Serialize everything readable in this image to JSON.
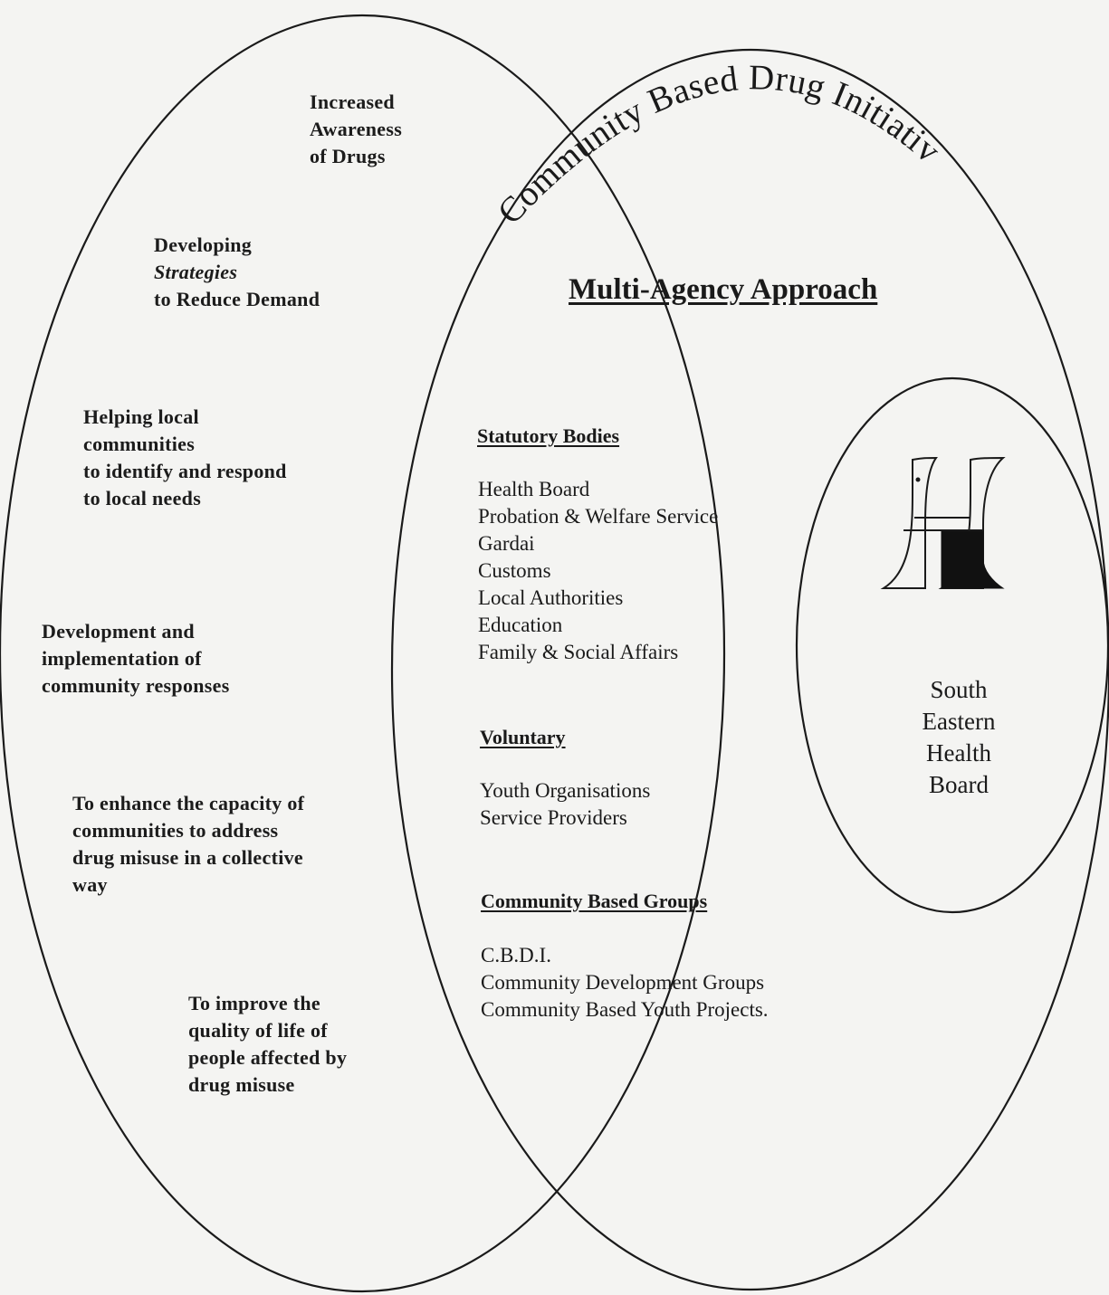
{
  "arc_title": "Community Based Drug Initiatives",
  "goals": [
    {
      "lines": [
        "Increased",
        "Awareness",
        "of Drugs"
      ]
    },
    {
      "lines": [
        "Developing",
        "Strategies",
        "to Reduce Demand"
      ]
    },
    {
      "lines": [
        "Helping local",
        "communities",
        "to identify and respond",
        "to local needs"
      ]
    },
    {
      "lines": [
        "Development and",
        "implementation of",
        "community responses"
      ]
    },
    {
      "lines": [
        "To enhance the capacity of",
        "communities to address",
        "drug misuse in a collective",
        "way"
      ]
    },
    {
      "lines": [
        "To improve the",
        "quality of life of",
        "people affected by",
        "drug misuse"
      ]
    }
  ],
  "approach_title": "Multi-Agency Approach",
  "groups": [
    {
      "heading": "Statutory Bodies",
      "members": [
        "Health Board",
        "Probation & Welfare Service",
        "Gardai",
        "Customs",
        "Local Authorities",
        "Education",
        "Family & Social Affairs"
      ]
    },
    {
      "heading": "Voluntary",
      "members": [
        "Youth Organisations",
        "Service Providers"
      ]
    },
    {
      "heading": "Community Based Groups",
      "members": [
        "C.B.D.I.",
        "Community Development Groups",
        "Community Based Youth Projects."
      ]
    }
  ],
  "health_board": {
    "name_lines": [
      "South",
      "Eastern",
      "Health",
      "Board"
    ],
    "logo_icon": "south-eastern-health-board-logo"
  },
  "colors": {
    "background": "#f4f4f2",
    "line": "#1a1a1a"
  }
}
